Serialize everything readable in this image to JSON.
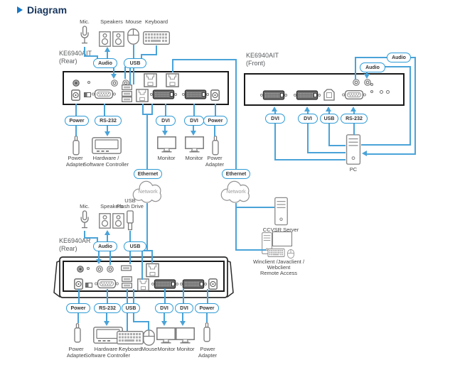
{
  "title": "Diagram",
  "colors": {
    "connector": "#4aa3d8",
    "title_text": "#17365d",
    "title_bullet": "#1778c8",
    "device_outline": "#1a1a1a",
    "icon_gray": "#7a7a7a",
    "label_text": "#454545",
    "network_text": "#9b9b9b"
  },
  "icons": {
    "title_bullet": "right-triangle",
    "mic": "microphone",
    "speakers": "speaker-pair",
    "mouse": "mouse",
    "keyboard": "keyboard",
    "usb_flash": "usb-flash-drive",
    "monitor": "monitor",
    "controller": "controller-terminal",
    "power_adapter": "dc-plug",
    "network": "cloud",
    "computer": "tower-case"
  },
  "devices": {
    "tx_rear": {
      "model": "KE6940AIT",
      "view": "(Rear)"
    },
    "tx_front": {
      "model": "KE6940AIT",
      "view": "(Front)"
    },
    "rx_rear": {
      "model": "KE6940AR",
      "view": "(Rear)"
    }
  },
  "tags": {
    "audio": "Audio",
    "usb": "USB",
    "power": "Power",
    "rs232": "RS-232",
    "dvi": "DVI",
    "ethernet": "Ethernet"
  },
  "labels": {
    "mic": "Mic.",
    "speakers": "Speakers",
    "mouse": "Mouse",
    "keyboard": "Keyboard",
    "usb_flash_line1": "USB",
    "usb_flash_line2": "Flash Drive",
    "monitor": "Monitor",
    "power_adapter": "Power Adapter",
    "controller": "Hardware / Software Controller",
    "network": "Network",
    "pc": "PC",
    "ccvsr_server": "CCVSR Server",
    "remote_line1": "Winclient /Javaclient /",
    "remote_line2": "Webclient",
    "remote_line3": "Remote Access"
  }
}
